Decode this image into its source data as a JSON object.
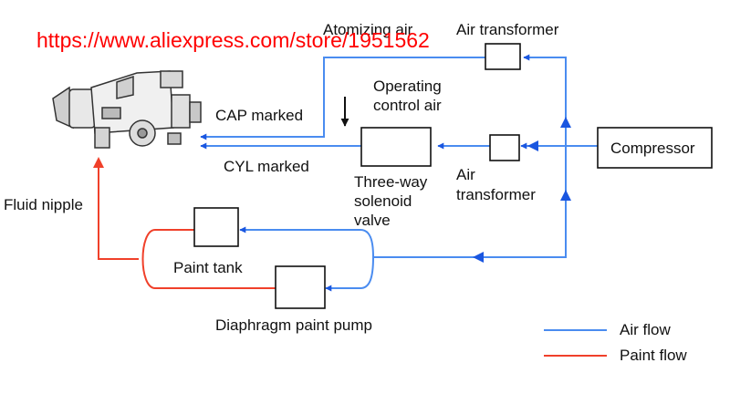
{
  "watermark": "https://www.aliexpress.com/store/1951562",
  "labels": {
    "atomizing_air": "Atomizing air",
    "air_transformer_top": "Air transformer",
    "operating_line1": "Operating",
    "operating_line2": "control air",
    "cap_marked": "CAP marked",
    "cyl_marked": "CYL marked",
    "compressor": "Compressor",
    "three_way_line1": "Three-way",
    "three_way_line2": "solenoid",
    "three_way_line3": "valve",
    "air_transformer_mid_line1": "Air",
    "air_transformer_mid_line2": "transformer",
    "fluid_nipple": "Fluid nipple",
    "paint_tank": "Paint tank",
    "diaphragm_pump": "Diaphragm paint pump"
  },
  "legend": {
    "air_flow": "Air flow",
    "paint_flow": "Paint flow"
  },
  "colors": {
    "air_flow": "#4a8cf0",
    "paint_flow": "#f0402a",
    "arrow_head": "#1a56e0",
    "watermark": "#ff0000"
  },
  "icons": {
    "spray_gun": "spray-gun-icon"
  }
}
